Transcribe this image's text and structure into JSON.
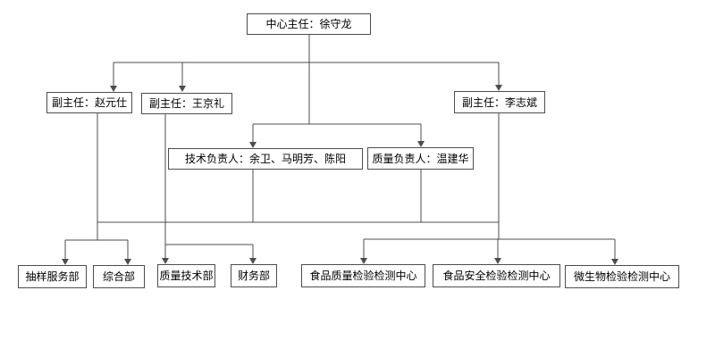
{
  "diagram": {
    "type": "org-chart",
    "nodes": {
      "director": {
        "label": "中心主任：徐守龙"
      },
      "deputy_zhao": {
        "label": "副主任：赵元仕"
      },
      "deputy_wang": {
        "label": "副主任：王京礼"
      },
      "deputy_li": {
        "label": "副主任：李志斌"
      },
      "tech_lead": {
        "label": "技术负责人：余卫、马明芳、陈阳"
      },
      "quality_lead": {
        "label": "质量负责人：温建华"
      },
      "dept_sampling": {
        "label": "抽样服务部"
      },
      "dept_general": {
        "label": "综合部"
      },
      "dept_quality_tech": {
        "label": "质量技术部"
      },
      "dept_finance": {
        "label": "财务部"
      },
      "center_food_quality": {
        "label": "食品质量检验检测中心"
      },
      "center_food_safety": {
        "label": "食品安全检验检测中心"
      },
      "center_microbiology": {
        "label": "微生物检验检测中心"
      }
    },
    "edges": [
      {
        "from": "director",
        "to": "deputy_zhao"
      },
      {
        "from": "director",
        "to": "deputy_wang"
      },
      {
        "from": "director",
        "to": "deputy_li"
      },
      {
        "from": "director",
        "to": "tech_lead"
      },
      {
        "from": "director",
        "to": "quality_lead"
      },
      {
        "from": "deputy_zhao",
        "to": "dept_sampling"
      },
      {
        "from": "deputy_zhao",
        "to": "dept_general"
      },
      {
        "from": "deputy_wang",
        "to": "dept_quality_tech"
      },
      {
        "from": "deputy_wang",
        "to": "dept_finance"
      },
      {
        "from": "deputy_li",
        "to": "center_food_quality"
      },
      {
        "from": "deputy_li",
        "to": "center_food_safety"
      },
      {
        "from": "deputy_li",
        "to": "center_microbiology"
      },
      {
        "bus": [
          "deputy_zhao",
          "deputy_wang",
          "tech_lead",
          "quality_lead",
          "deputy_li"
        ]
      }
    ],
    "colors": {
      "line": "#4d4d4d",
      "box_border": "#4d4d4d",
      "text": "#000000",
      "background": "#ffffff"
    }
  }
}
